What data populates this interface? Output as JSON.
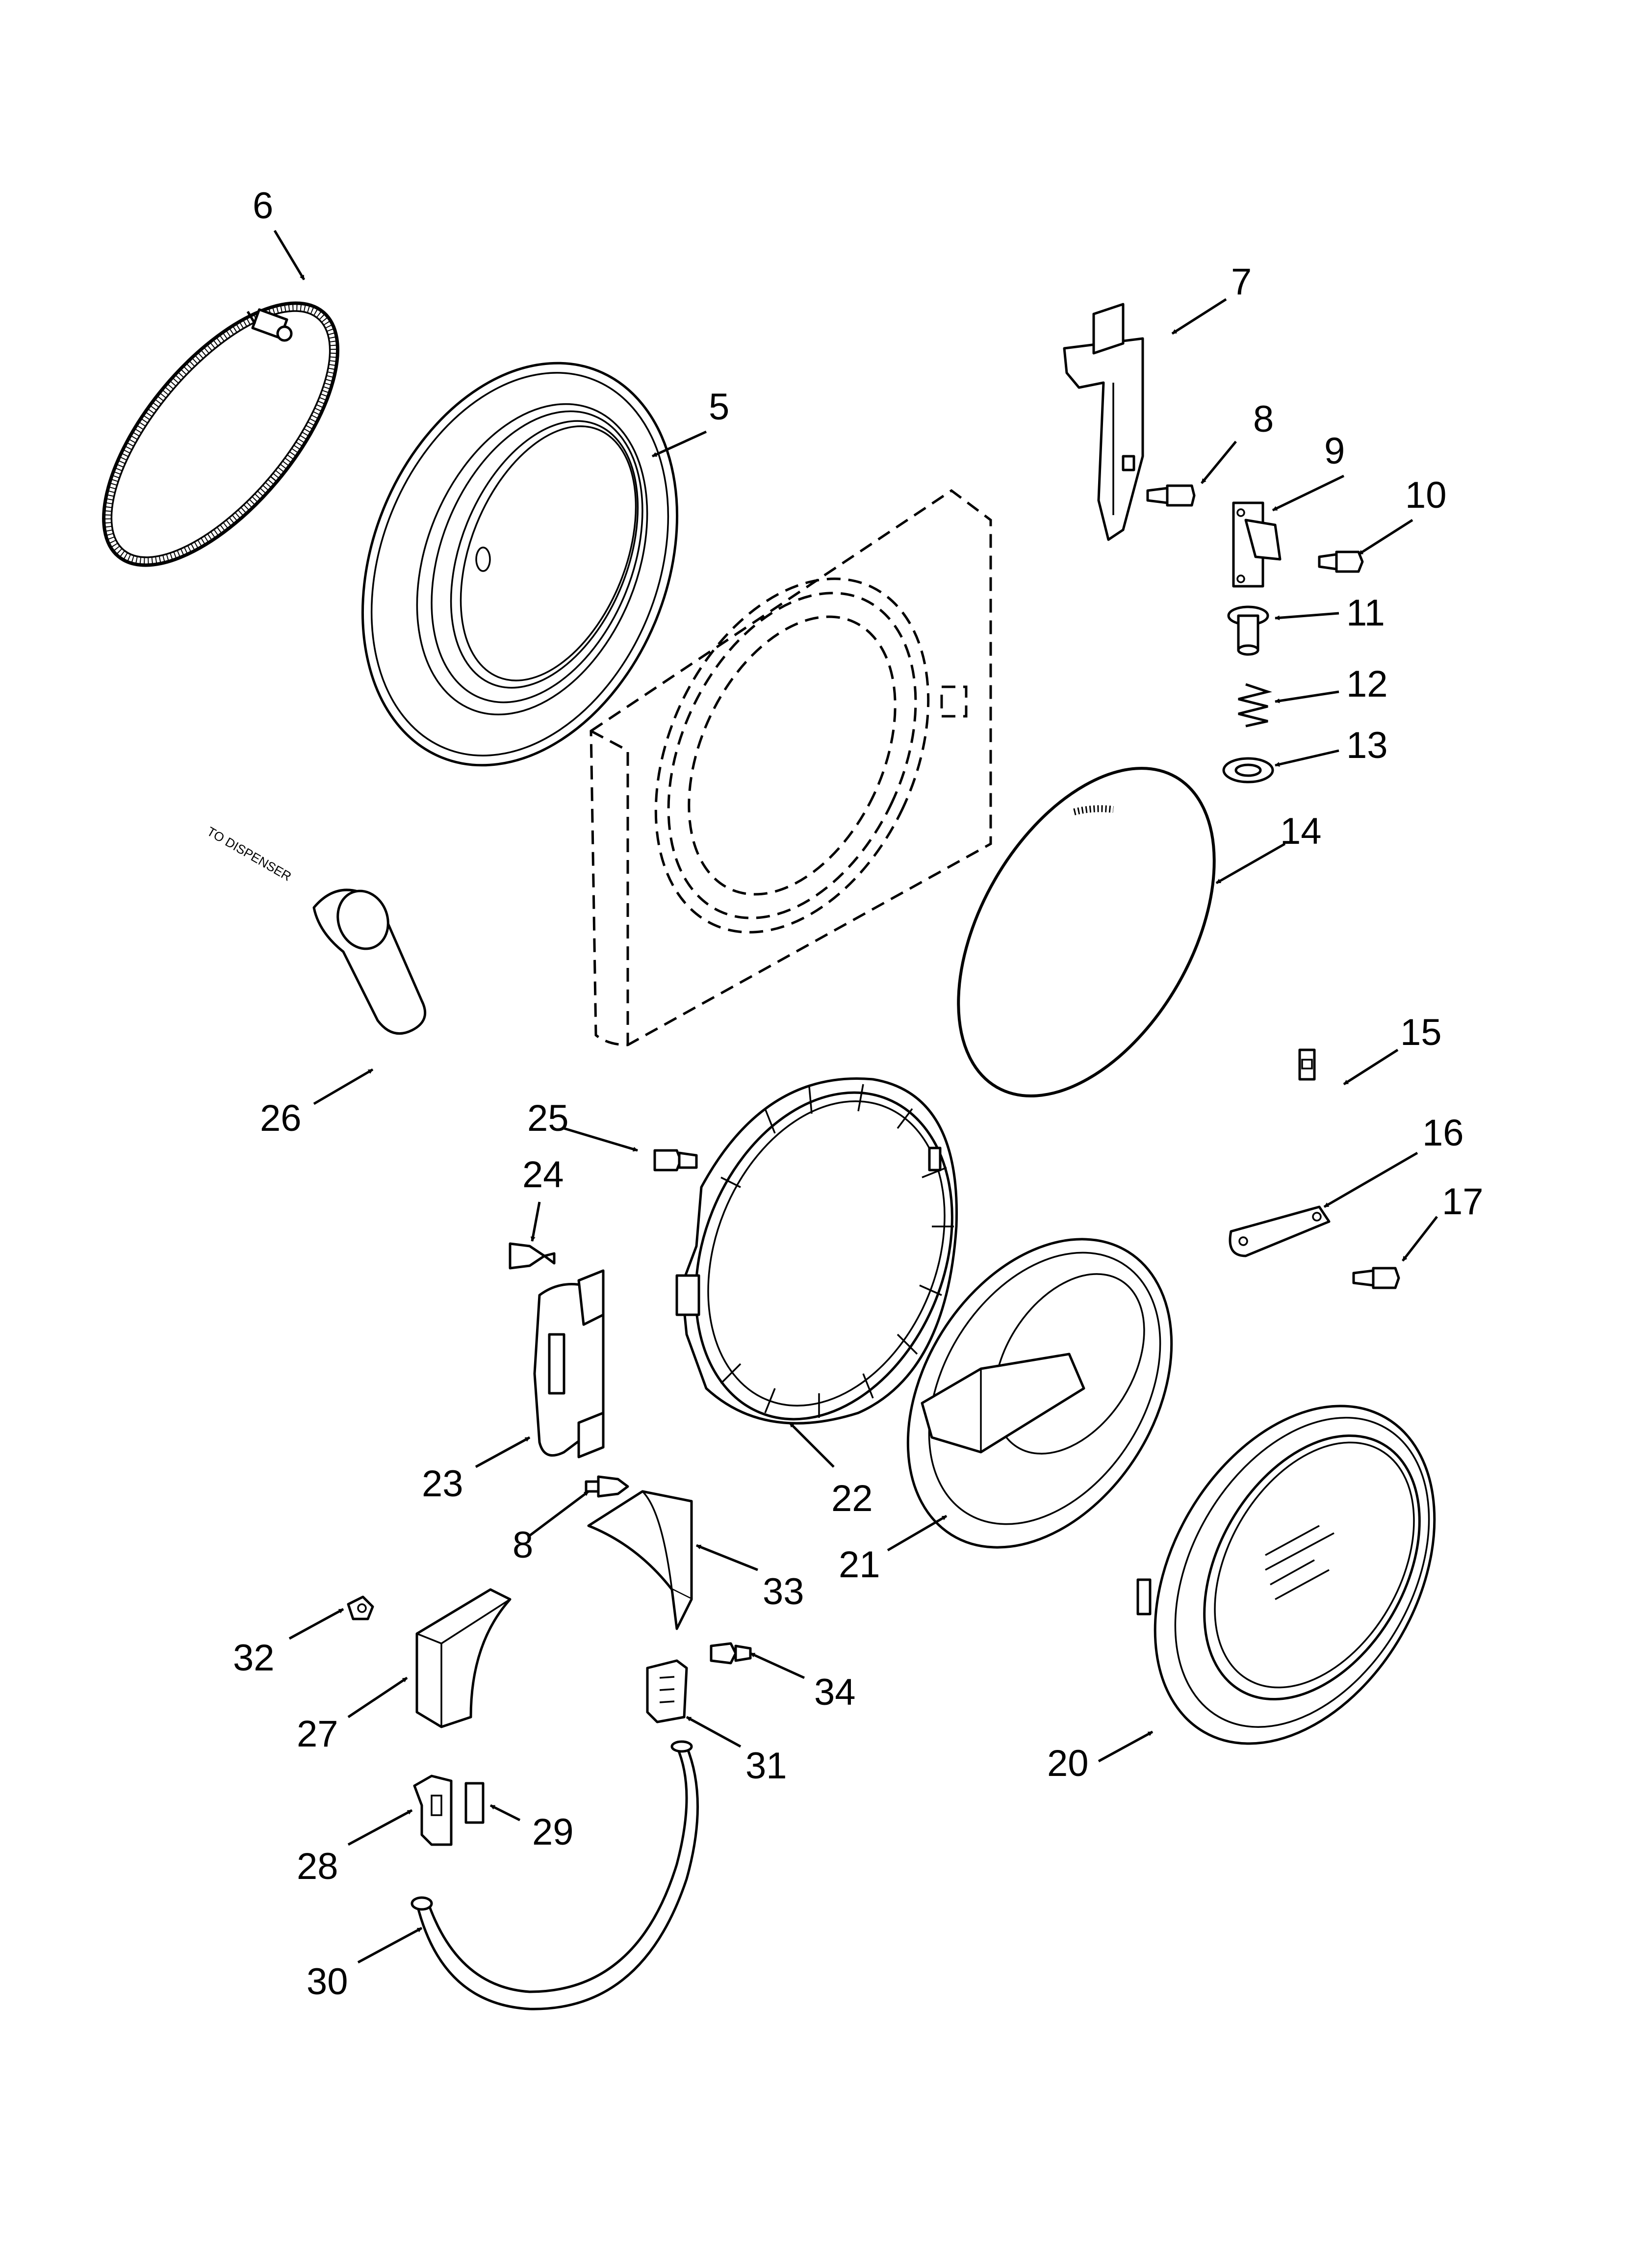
{
  "note": "TO DISPENSER",
  "callouts": [
    {
      "id": "c6",
      "text": "6"
    },
    {
      "id": "c5",
      "text": "5"
    },
    {
      "id": "c7",
      "text": "7"
    },
    {
      "id": "c8a",
      "text": "8"
    },
    {
      "id": "c9",
      "text": "9"
    },
    {
      "id": "c10",
      "text": "10"
    },
    {
      "id": "c11",
      "text": "11"
    },
    {
      "id": "c12",
      "text": "12"
    },
    {
      "id": "c13",
      "text": "13"
    },
    {
      "id": "c14",
      "text": "14"
    },
    {
      "id": "c15",
      "text": "15"
    },
    {
      "id": "c16",
      "text": "16"
    },
    {
      "id": "c17",
      "text": "17"
    },
    {
      "id": "c20",
      "text": "20"
    },
    {
      "id": "c21",
      "text": "21"
    },
    {
      "id": "c22",
      "text": "22"
    },
    {
      "id": "c23",
      "text": "23"
    },
    {
      "id": "c24",
      "text": "24"
    },
    {
      "id": "c25",
      "text": "25"
    },
    {
      "id": "c26",
      "text": "26"
    },
    {
      "id": "c27",
      "text": "27"
    },
    {
      "id": "c28",
      "text": "28"
    },
    {
      "id": "c29",
      "text": "29"
    },
    {
      "id": "c30",
      "text": "30"
    },
    {
      "id": "c31",
      "text": "31"
    },
    {
      "id": "c32",
      "text": "32"
    },
    {
      "id": "c33",
      "text": "33"
    },
    {
      "id": "c34",
      "text": "34"
    },
    {
      "id": "c8b",
      "text": "8"
    }
  ]
}
